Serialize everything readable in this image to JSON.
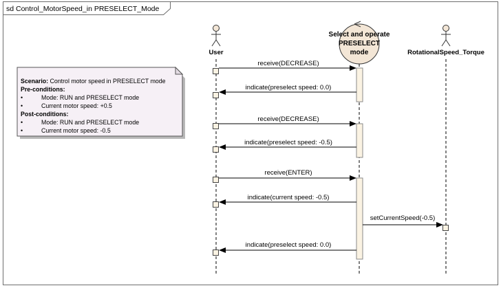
{
  "frame": {
    "title": "sd Control_MotorSpeed_in PRESELECT_Mode"
  },
  "lifelines": [
    {
      "name": "User",
      "kind": "actor"
    },
    {
      "name": "Select and operate PRESELECT mode",
      "kind": "control",
      "lines": [
        "Select and operate",
        "PRESELECT",
        "mode"
      ]
    },
    {
      "name": "RotationalSpeed_Torque",
      "kind": "actor"
    }
  ],
  "messages": [
    {
      "label": "receive(DECREASE)",
      "from": "User",
      "to": "Select and operate PRESELECT mode"
    },
    {
      "label": "indicate(preselect speed: 0.0)",
      "from": "Select and operate PRESELECT mode",
      "to": "User"
    },
    {
      "label": "receive(DECREASE)",
      "from": "User",
      "to": "Select and operate PRESELECT mode"
    },
    {
      "label": "indicate(preselect speed: -0.5)",
      "from": "Select and operate PRESELECT mode",
      "to": "User"
    },
    {
      "label": "receive(ENTER)",
      "from": "User",
      "to": "Select and operate PRESELECT mode"
    },
    {
      "label": "indicate(current speed: -0.5)",
      "from": "Select and operate PRESELECT mode",
      "to": "User"
    },
    {
      "label": "setCurrentSpeed(-0.5)",
      "from": "Select and operate PRESELECT mode",
      "to": "RotationalSpeed_Torque"
    },
    {
      "label": "indicate(preselect speed: 0.0)",
      "from": "Select and operate PRESELECT mode",
      "to": "User"
    }
  ],
  "note": {
    "scenario_label": "Scenario:",
    "scenario_text": " Control motor speed in PRESELECT mode",
    "pre_label": "Pre-conditions:",
    "pre_items": [
      "Mode: RUN and PRESELECT mode",
      "Current motor speed: +0.5"
    ],
    "post_label": "Post-conditions:",
    "post_items": [
      "Mode: RUN and PRESELECT mode",
      "Current motor speed: -0.5"
    ],
    "bullet": "•"
  }
}
